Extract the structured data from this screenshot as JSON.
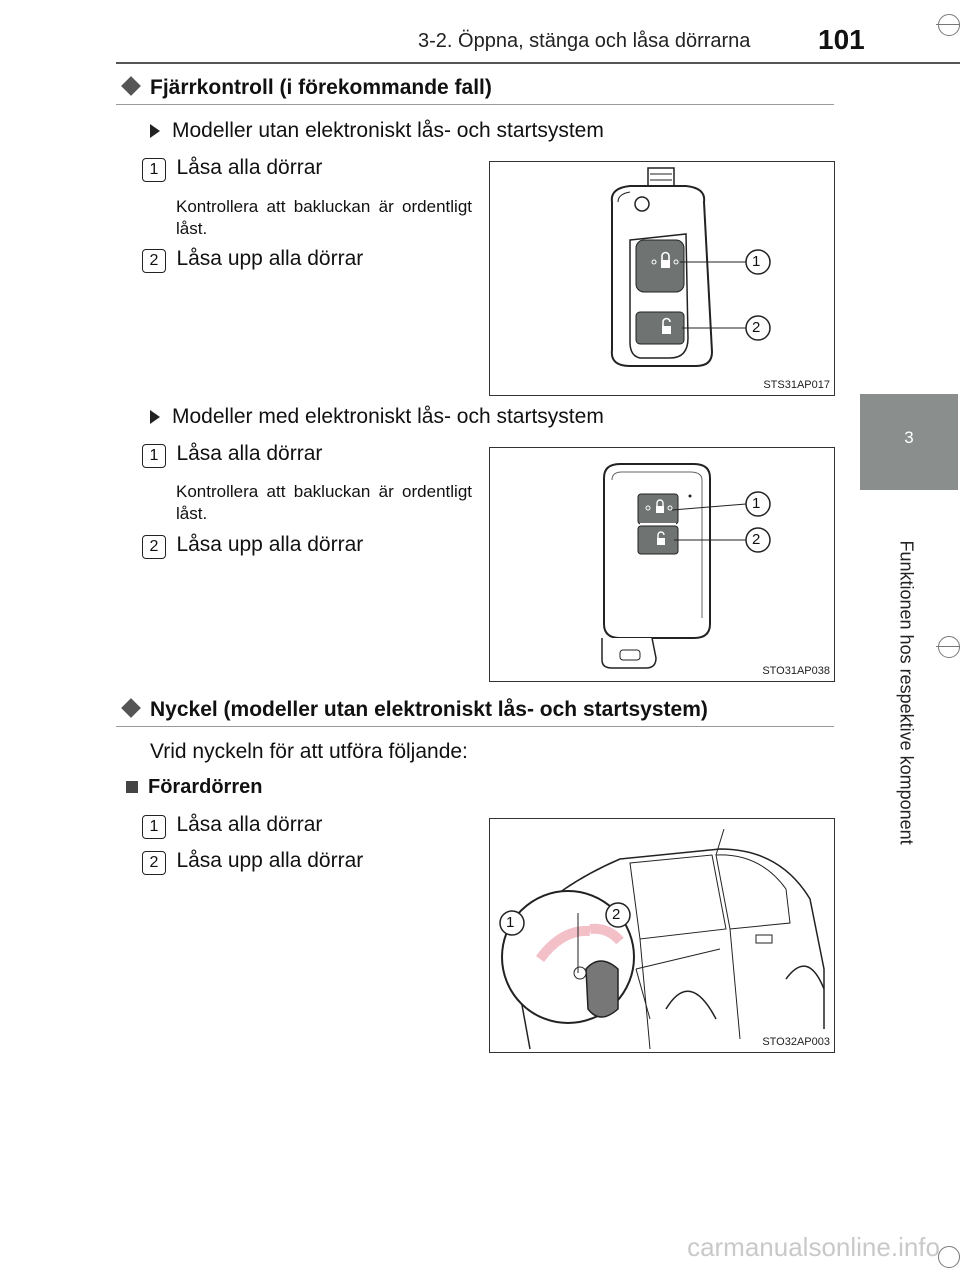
{
  "header": {
    "section_title": "3-2. Öppna, stänga och låsa dörrarna",
    "page_number": "101"
  },
  "side_tab": {
    "chapter_number": "3",
    "chapter_title": "Funktionen hos respektive komponent"
  },
  "section1": {
    "heading": "Fjärrkontroll (i förekommande fall)",
    "sub_a": {
      "title": "Modeller utan elektroniskt lås- och startsystem",
      "items": [
        {
          "num": "1",
          "label": "Låsa alla dörrar",
          "note": "Kontrollera att bakluckan är ordentligt låst."
        },
        {
          "num": "2",
          "label": "Låsa upp alla dörrar"
        }
      ],
      "figure_id": "STS31AP017",
      "callouts": [
        "1",
        "2"
      ]
    },
    "sub_b": {
      "title": "Modeller med elektroniskt lås- och startsystem",
      "items": [
        {
          "num": "1",
          "label": "Låsa alla dörrar",
          "note": "Kontrollera att bakluckan är ordentligt låst."
        },
        {
          "num": "2",
          "label": "Låsa upp alla dörrar"
        }
      ],
      "figure_id": "STO31AP038",
      "callouts": [
        "1",
        "2"
      ]
    }
  },
  "section2": {
    "heading": "Nyckel (modeller utan elektroniskt lås- och startsystem)",
    "intro": "Vrid nyckeln för att utföra följande:",
    "subheading": "Förardörren",
    "items": [
      {
        "num": "1",
        "label": "Låsa alla dörrar"
      },
      {
        "num": "2",
        "label": "Låsa upp alla dörrar"
      }
    ],
    "figure_id": "STO32AP003",
    "callouts": [
      "1",
      "2"
    ]
  },
  "watermark": "carmanualsonline.info",
  "colors": {
    "tab_grey": "#8a8e8c",
    "button_grey": "#6f7371",
    "arrow_pink": "#f4c0c8"
  }
}
